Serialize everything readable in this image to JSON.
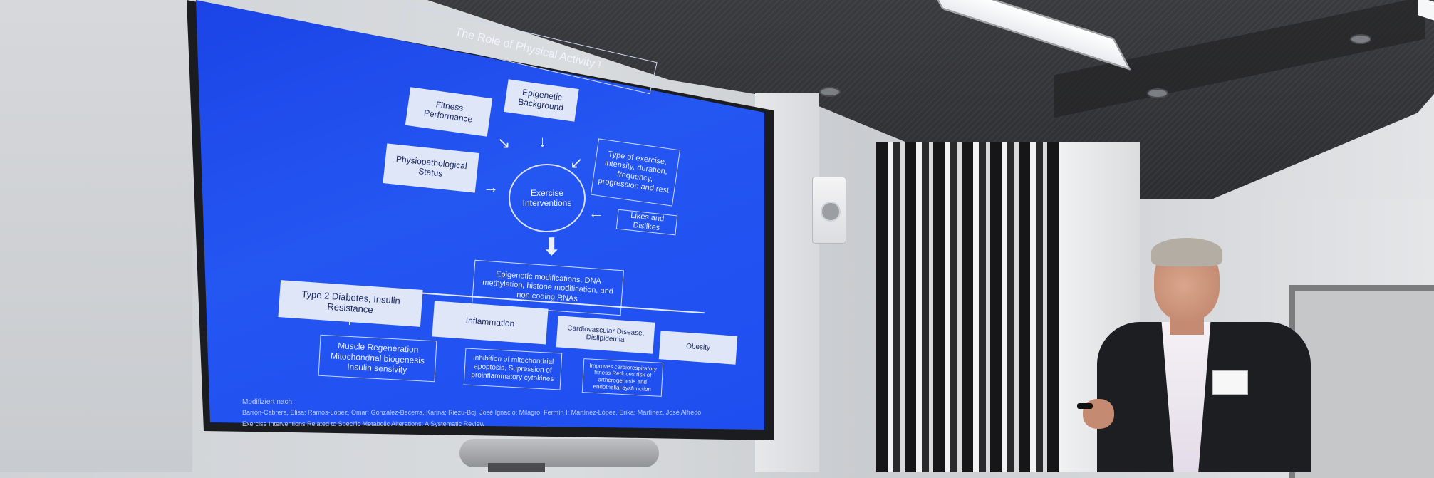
{
  "slide": {
    "title": "The Role of Physical Activity !",
    "epigenetic_background": "Epigenetic Background",
    "fitness_performance": "Fitness Performance",
    "physiopathological_status": "Physiopathological Status",
    "exercise_interventions": "Exercise Interventions",
    "type_of_exercise": "Type of exercise, intensity, duration, frequency, progression and rest",
    "likes_dislikes": "Likes and Dislikes",
    "epigenetic_modifications": "Epigenetic modifications, DNA methylation, histone modification, and non coding RNAs",
    "diabetes": "Type 2 Diabetes, Insulin Resistance",
    "inflammation": "Inflammation",
    "cardiovascular": "Cardiovascular Disease, Dislipidemia",
    "obesity": "Obesity",
    "muscle_regeneration": "Muscle Regeneration Mitochondrial biogenesis Insulin sensivity",
    "inhibition": "Inhibition of mitochondrial apoptosis, Supression of proinflammatory cytokines",
    "improves_cardio": "Improves cardiorespiratory fitness Reduces risk of artherogenesis and endothelial dysfunction",
    "ref_line1": "Modifiziert nach:",
    "ref_line2": "Barrón-Cabrera, Elisa; Ramos-Lopez, Omar; González-Becerra, Karina; Riezu-Boj, José Ignacio; Milagro, Fermín I; Martínez-López, Erika; Martínez, José Alfredo",
    "ref_line3": "Exercise Interventions Related to Specific Metabolic Alterations: A Systematic Review"
  },
  "colors": {
    "screen_blue": "#2456f2",
    "box_fill": "#dfe6f7",
    "jacket": "#1d1e22"
  }
}
